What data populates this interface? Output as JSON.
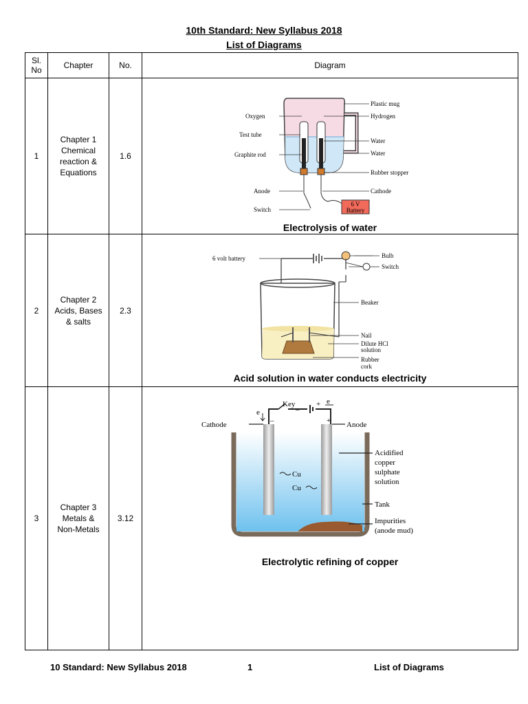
{
  "doc": {
    "title": "10th Standard: New Syllabus 2018",
    "subtitle": "List of Diagrams"
  },
  "table": {
    "headers": [
      "Sl. No",
      "Chapter",
      "No.",
      "Diagram"
    ],
    "rows": [
      {
        "sl": "1",
        "chapter": "Chapter 1 Chemical reaction & Equations",
        "no": "1.6",
        "caption": "Electrolysis of water",
        "labels": {
          "plastic_mug": "Plastic mug",
          "oxygen": "Oxygen",
          "hydrogen": "Hydrogen",
          "test_tube": "Test tube",
          "water1": "Water",
          "water2": "Water",
          "graphite": "Graphite rod",
          "stopper": "Rubber stopper",
          "anode": "Anode",
          "cathode": "Cathode",
          "switch": "Switch",
          "battery1": "6 V",
          "battery2": "Battery"
        }
      },
      {
        "sl": "2",
        "chapter": "Chapter 2 Acids, Bases & salts",
        "no": "2.3",
        "caption": "Acid solution in water conducts electricity",
        "labels": {
          "battery": "6 volt battery",
          "bulb": "Bulb",
          "switch": "Switch",
          "beaker": "Beaker",
          "nail": "Nail",
          "hcl1": "Dilute HCl",
          "hcl2": "solution",
          "cork1": "Rubber",
          "cork2": "cork"
        }
      },
      {
        "sl": "3",
        "chapter": "Chapter 3 Metals & Non-Metals",
        "no": "3.12",
        "caption": "Electrolytic refining of copper",
        "labels": {
          "key": "Key",
          "cathode": "Cathode",
          "anode": "Anode",
          "sol1": "Acidified",
          "sol2": "copper",
          "sol3": "sulphate",
          "sol4": "solution",
          "tank": "Tank",
          "imp1": "Impurities",
          "imp2": "(anode mud)",
          "cu1": "Cu",
          "cu2": "Cu",
          "e1": "e",
          "e2": "e",
          "minus": "–",
          "plus": "+",
          "plus2": "+",
          "minus2": "–"
        }
      }
    ]
  },
  "footer": {
    "left": "10 Standard: New Syllabus 2018",
    "page": "1",
    "right": "List of Diagrams"
  }
}
